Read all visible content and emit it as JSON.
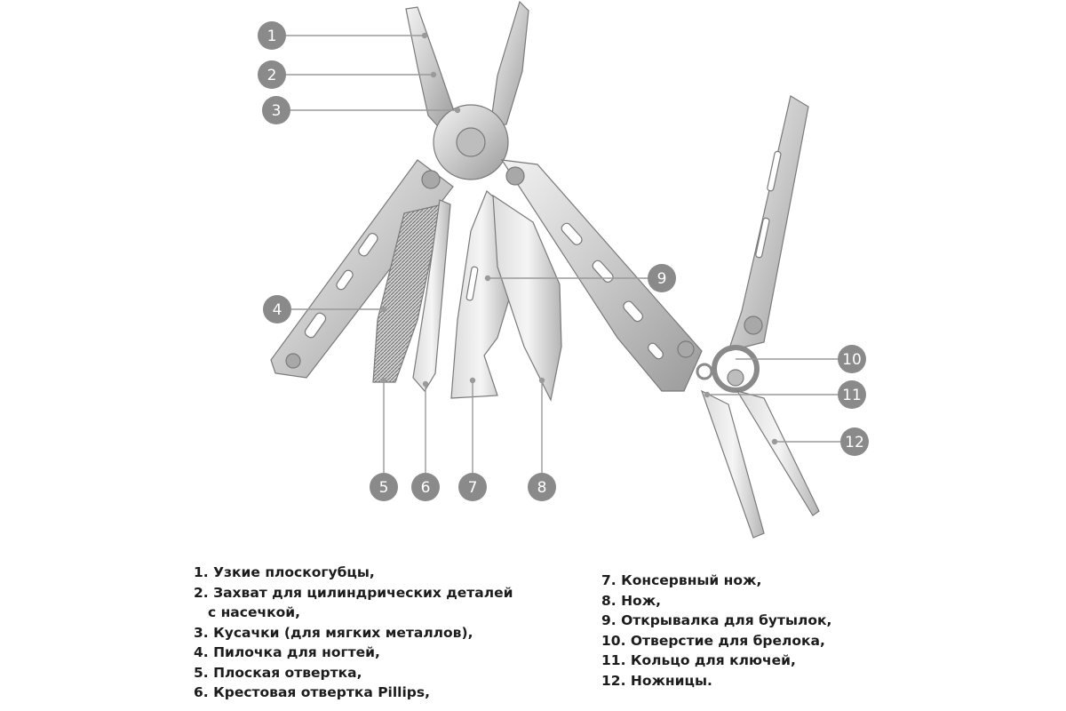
{
  "callouts": [
    "1",
    "2",
    "3",
    "4",
    "5",
    "6",
    "7",
    "8",
    "9",
    "10",
    "11",
    "12"
  ],
  "legend_left": [
    {
      "text": "1. Узкие плоскогубцы,"
    },
    {
      "text": "2. Захват для цилиндрических деталей"
    },
    {
      "text": "с насечкой,",
      "continuation": true
    },
    {
      "text": "3. Кусачки (для мягких металлов),"
    },
    {
      "text": "4. Пилочка для ногтей,"
    },
    {
      "text": "5. Плоская отвертка,"
    },
    {
      "text": "6. Крестовая отвертка Pillips,"
    }
  ],
  "legend_right": [
    {
      "text": "7. Консервный нож,"
    },
    {
      "text": "8. Нож,"
    },
    {
      "text": "9. Открывалка для бутылок,"
    },
    {
      "text": "10. Отверстие для брелока,"
    },
    {
      "text": "11. Кольцо для ключей,"
    },
    {
      "text": "12. Ножницы."
    }
  ],
  "colors": {
    "callout_fill": "#8a8a8a",
    "leader_line": "#9a9a9a",
    "steel_light": "#e6e6e6",
    "steel_mid": "#c4c4c4",
    "steel_dark": "#8c8c8c",
    "text": "#1c1c1c"
  }
}
